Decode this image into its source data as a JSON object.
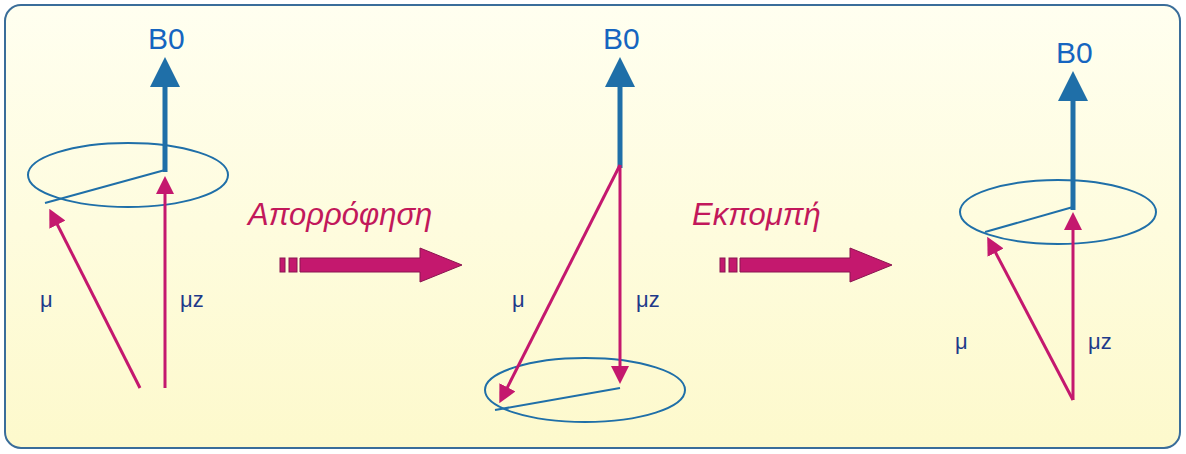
{
  "diagram": {
    "labels": [
      "B0",
      "μ",
      "μz",
      "Απορρόφηση",
      "B0",
      "μ",
      "μz",
      "Εκπομπή",
      "B0",
      "μ",
      "μz"
    ]
  }
}
